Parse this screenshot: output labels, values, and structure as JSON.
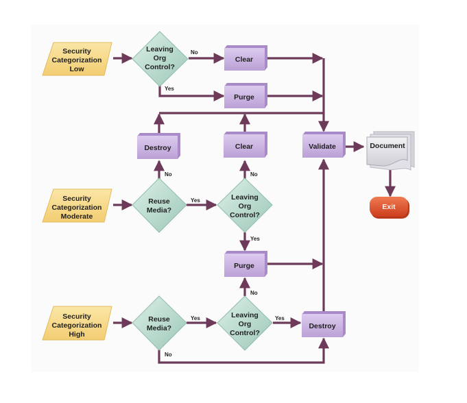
{
  "diagram": {
    "type": "flowchart",
    "colors": {
      "input": "#f6d98a",
      "decision": "#b8dbce",
      "process": "#c9b3e0",
      "document": "#e6e6ea",
      "terminal": "#e2522f",
      "edge": "#6e3a5a"
    },
    "nodes": {
      "low": {
        "lines": [
          "Security",
          "Categorization",
          "Low"
        ],
        "kind": "input"
      },
      "moderate": {
        "lines": [
          "Security",
          "Categorization",
          "Moderate"
        ],
        "kind": "input"
      },
      "high": {
        "lines": [
          "Security",
          "Categorization",
          "High"
        ],
        "kind": "input"
      },
      "leave1": {
        "lines": [
          "Leaving",
          "Org",
          "Control?"
        ],
        "kind": "decision"
      },
      "clear1": {
        "lines": [
          "Clear"
        ],
        "kind": "process"
      },
      "purge1": {
        "lines": [
          "Purge"
        ],
        "kind": "process"
      },
      "destroy2": {
        "lines": [
          "Destroy"
        ],
        "kind": "process"
      },
      "clear2": {
        "lines": [
          "Clear"
        ],
        "kind": "process"
      },
      "validate": {
        "lines": [
          "Validate"
        ],
        "kind": "process"
      },
      "document": {
        "lines": [
          "Document"
        ],
        "kind": "document"
      },
      "exit": {
        "lines": [
          "Exit"
        ],
        "kind": "terminal"
      },
      "reuse2": {
        "lines": [
          "Reuse",
          "Media?"
        ],
        "kind": "decision"
      },
      "leave2": {
        "lines": [
          "Leaving",
          "Org",
          "Control?"
        ],
        "kind": "decision"
      },
      "purge2": {
        "lines": [
          "Purge"
        ],
        "kind": "process"
      },
      "reuse3": {
        "lines": [
          "Reuse",
          "Media?"
        ],
        "kind": "decision"
      },
      "leave3": {
        "lines": [
          "Leaving",
          "Org",
          "Control?"
        ],
        "kind": "decision"
      },
      "destroy3": {
        "lines": [
          "Destroy"
        ],
        "kind": "process"
      }
    },
    "edges": [
      {
        "from": "low",
        "to": "leave1",
        "label": ""
      },
      {
        "from": "leave1",
        "to": "clear1",
        "label": "No"
      },
      {
        "from": "leave1",
        "to": "purge1",
        "label": "Yes"
      },
      {
        "from": "clear1",
        "to": "validate",
        "label": ""
      },
      {
        "from": "purge1",
        "to": "validate",
        "label": ""
      },
      {
        "from": "destroy2",
        "to": "validate",
        "label": ""
      },
      {
        "from": "clear2",
        "to": "validate",
        "label": ""
      },
      {
        "from": "validate",
        "to": "document",
        "label": ""
      },
      {
        "from": "document",
        "to": "exit",
        "label": ""
      },
      {
        "from": "moderate",
        "to": "reuse2",
        "label": ""
      },
      {
        "from": "reuse2",
        "to": "destroy2",
        "label": "No"
      },
      {
        "from": "reuse2",
        "to": "leave2",
        "label": "Yes"
      },
      {
        "from": "leave2",
        "to": "clear2",
        "label": "No"
      },
      {
        "from": "leave2",
        "to": "purge2",
        "label": "Yes"
      },
      {
        "from": "purge2",
        "to": "validate",
        "label": ""
      },
      {
        "from": "high",
        "to": "reuse3",
        "label": ""
      },
      {
        "from": "reuse3",
        "to": "leave3",
        "label": "Yes"
      },
      {
        "from": "reuse3",
        "to": "destroy3",
        "label": "No"
      },
      {
        "from": "leave3",
        "to": "purge2",
        "label": "No"
      },
      {
        "from": "leave3",
        "to": "destroy3",
        "label": "Yes"
      },
      {
        "from": "destroy3",
        "to": "validate",
        "label": ""
      }
    ],
    "edge_labels": {
      "leave1_no": "No",
      "leave1_yes": "Yes",
      "reuse2_no": "No",
      "leave2_no": "No",
      "reuse2_yes": "Yes",
      "leave2_yes": "Yes",
      "leave3_no": "No",
      "reuse3_yes": "Yes",
      "leave3_yes": "Yes",
      "reuse3_no": "No"
    }
  }
}
